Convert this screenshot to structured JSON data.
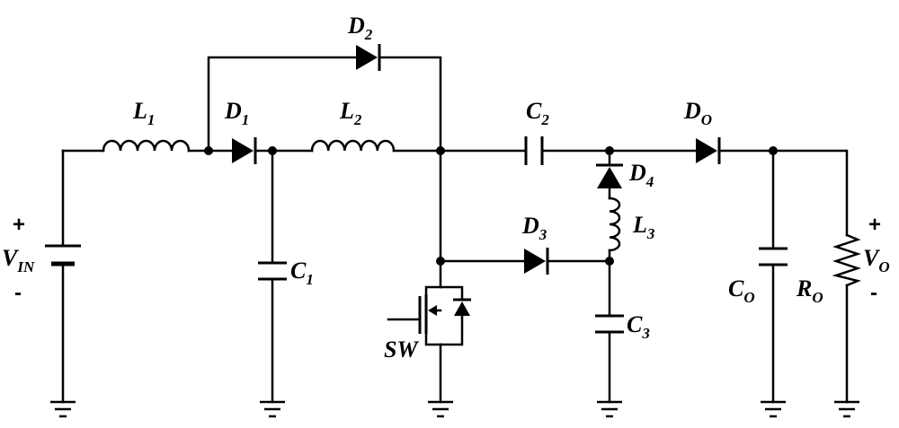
{
  "labels": {
    "D1": {
      "main": "D",
      "sub": "1"
    },
    "D2": {
      "main": "D",
      "sub": "2"
    },
    "D3": {
      "main": "D",
      "sub": "3"
    },
    "D4": {
      "main": "D",
      "sub": "4"
    },
    "DO": {
      "main": "D",
      "sub": "O"
    },
    "L1": {
      "main": "L",
      "sub": "1"
    },
    "L2": {
      "main": "L",
      "sub": "2"
    },
    "L3": {
      "main": "L",
      "sub": "3"
    },
    "C1": {
      "main": "C",
      "sub": "1"
    },
    "C2": {
      "main": "C",
      "sub": "2"
    },
    "C3": {
      "main": "C",
      "sub": "3"
    },
    "CO": {
      "main": "C",
      "sub": "O"
    },
    "RO": {
      "main": "R",
      "sub": "O"
    },
    "VIN": {
      "main": "V",
      "sub": "IN"
    },
    "VO": {
      "main": "V",
      "sub": "O"
    },
    "SW": "SW"
  },
  "signs": {
    "vin_plus": "+",
    "vin_minus": "-",
    "vo_plus": "+",
    "vo_minus": "-"
  }
}
